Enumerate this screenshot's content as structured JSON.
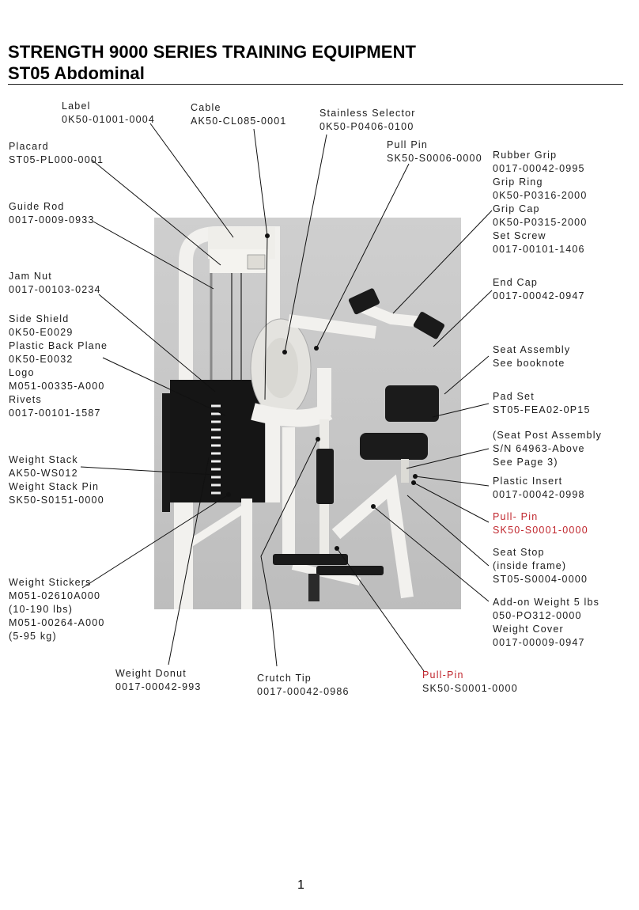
{
  "header": {
    "title_line1": "STRENGTH 9000 SERIES TRAINING EQUIPMENT",
    "title_line2": "ST05 Abdominal"
  },
  "labels": {
    "label": [
      "Label",
      "0K50-01001-0004"
    ],
    "cable": [
      "Cable",
      "AK50-CL085-0001"
    ],
    "stainless_selector": [
      "Stainless Selector",
      "0K50-P0406-0100"
    ],
    "pull_pin_top": [
      "Pull Pin",
      "SK50-S0006-0000"
    ],
    "rubber_grip": [
      "Rubber Grip",
      "0017-00042-0995",
      "Grip Ring",
      "0K50-P0316-2000",
      "Grip Cap",
      "0K50-P0315-2000",
      "Set Screw",
      "0017-00101-1406"
    ],
    "placard": [
      "Placard",
      "ST05-PL000-0001"
    ],
    "guide_rod": [
      "Guide Rod",
      "0017-0009-0933"
    ],
    "jam_nut": [
      "Jam Nut",
      "0017-00103-0234"
    ],
    "end_cap": [
      "End Cap",
      "0017-00042-0947"
    ],
    "side_shield": [
      "Side Shield",
      "0K50-E0029",
      "Plastic Back Plane",
      "0K50-E0032",
      "Logo",
      "M051-00335-A000",
      "Rivets",
      "0017-00101-1587"
    ],
    "seat_assembly": [
      "Seat Assembly",
      "See booknote"
    ],
    "pad_set": [
      "Pad Set",
      "ST05-FEA02-0P15"
    ],
    "seat_post": [
      "(Seat Post Assembly",
      "S/N 64963-Above",
      "See Page 3)"
    ],
    "weight_stack": [
      "Weight Stack",
      "AK50-WS012",
      "Weight Stack Pin",
      "SK50-S0151-0000"
    ],
    "plastic_insert": [
      "Plastic Insert",
      "0017-00042-0998"
    ],
    "pull_pin_red_right": [
      "Pull- Pin",
      "SK50-S0001-0000"
    ],
    "seat_stop": [
      "Seat Stop",
      "(inside frame)",
      "ST05-S0004-0000"
    ],
    "add_on_weight": [
      "Add-on Weight 5 lbs",
      "050-PO312-0000",
      "Weight Cover",
      "0017-00009-0947"
    ],
    "weight_stickers": [
      "Weight Stickers",
      "M051-02610A000",
      "(10-190 lbs)",
      "M051-00264-A000",
      "(5-95 kg)"
    ],
    "weight_donut": [
      "Weight Donut",
      "0017-00042-993"
    ],
    "crutch_tip": [
      "Crutch Tip",
      "0017-00042-0986"
    ],
    "pull_pin_bottom": [
      "Pull-Pin",
      "SK50-S0001-0000"
    ]
  },
  "colors": {
    "accent_red": "#c0262d",
    "frame": "#f2f1ee",
    "pad": "#1b1b1b",
    "photo_bg": "#c8c8c8"
  },
  "page_number": "1"
}
